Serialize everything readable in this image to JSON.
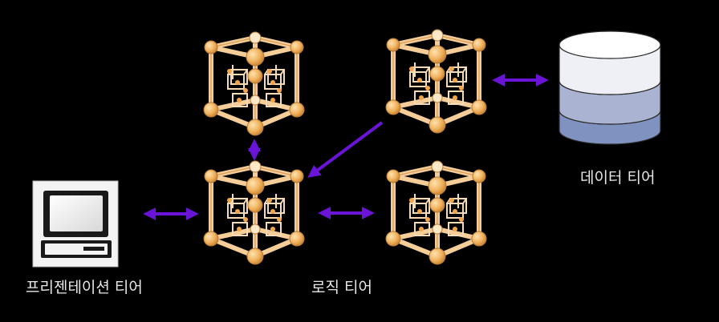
{
  "labels": {
    "presentation_tier": "프리젠테이션 티어",
    "logic_tier": "로직 티어",
    "data_tier": "데이터 티어"
  },
  "colors": {
    "background": "#000000",
    "arrow": "#6a14d8",
    "cube_frame": "#f2c58f",
    "cube_node": "#e8a24a",
    "db_top": "#eef0f6",
    "db_middle": "#aab4d2",
    "db_bottom": "#7f92c0",
    "terminal_body": "#f2f2f2"
  },
  "icons": [
    "computer-terminal-icon",
    "server-cube-icon",
    "database-icon"
  ]
}
